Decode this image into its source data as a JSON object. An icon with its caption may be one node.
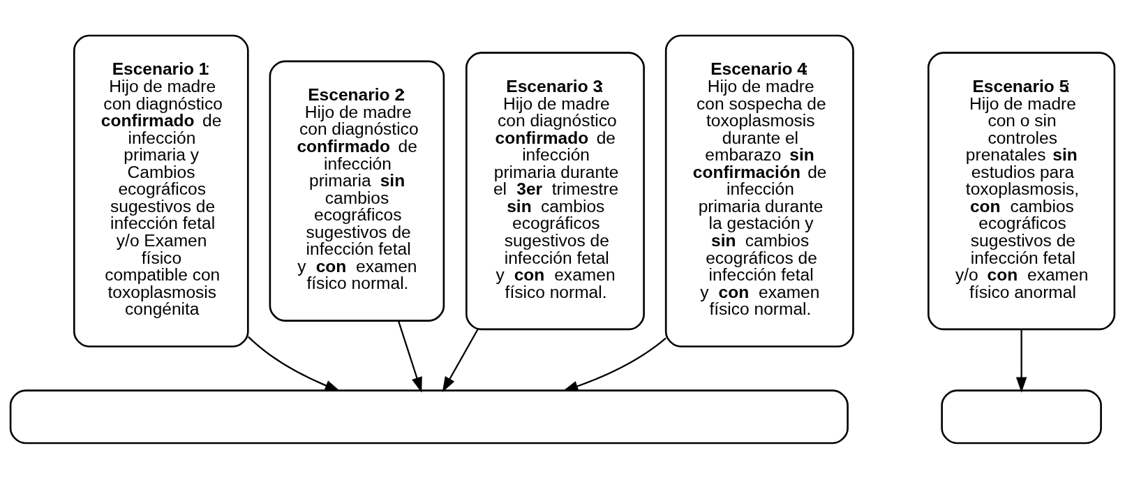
{
  "diagram": {
    "nodes": [
      {
        "text": [
          "**Escenario 1**:",
          "Hijo de madre con diagnóstico **confirmado** de infección primaria y Cambios ecográficos sugestivos de infección fetal y/o Examen físico compatible con toxoplasmosis congénita"
        ]
      },
      {
        "text": [
          "**Escenario 2**:",
          "Hijo de madre con diagnóstico **confirmado** de infección primaria **sin** cambios ecográficos sugestivos de infección fetal y **con** examen físico normal."
        ]
      },
      {
        "text": [
          "**Escenario 3**:",
          "Hijo de madre con diagnóstico **confirmado** de infección primaria durante el **3er** trimestre **sin** cambios ecográficos sugestivos de infección fetal y **con** examen físico normal."
        ]
      },
      {
        "text": [
          "**Escenario 4**:",
          "Hijo de madre con sospecha de toxoplasmosis durante el embarazo **sin confirmación** de infección primaria durante la gestación y **sin** cambios ecográficos de infección fetal y **con** examen físico normal."
        ]
      },
      {
        "text": [
          "**Escenario 5**:",
          "Hijo de madre con o sin controles prenatales **sin** estudios para toxoplasmosis, **con** cambios ecográficos sugestivos de infección fetal y/o **con** examen físico anormal"
        ]
      },
      {
        "text": [],
        "shape": "box"
      },
      {
        "text": [],
        "shape": "box"
      }
    ],
    "edges": [
      {
        "from": 0,
        "to": 5,
        "arrow": "to"
      },
      {
        "from": 1,
        "to": 5,
        "arrow": "to"
      },
      {
        "from": 2,
        "to": 5,
        "arrow": "to"
      },
      {
        "from": 3,
        "to": 5,
        "arrow": "to"
      },
      {
        "from": 4,
        "to": 6,
        "arrow": "to"
      }
    ]
  }
}
